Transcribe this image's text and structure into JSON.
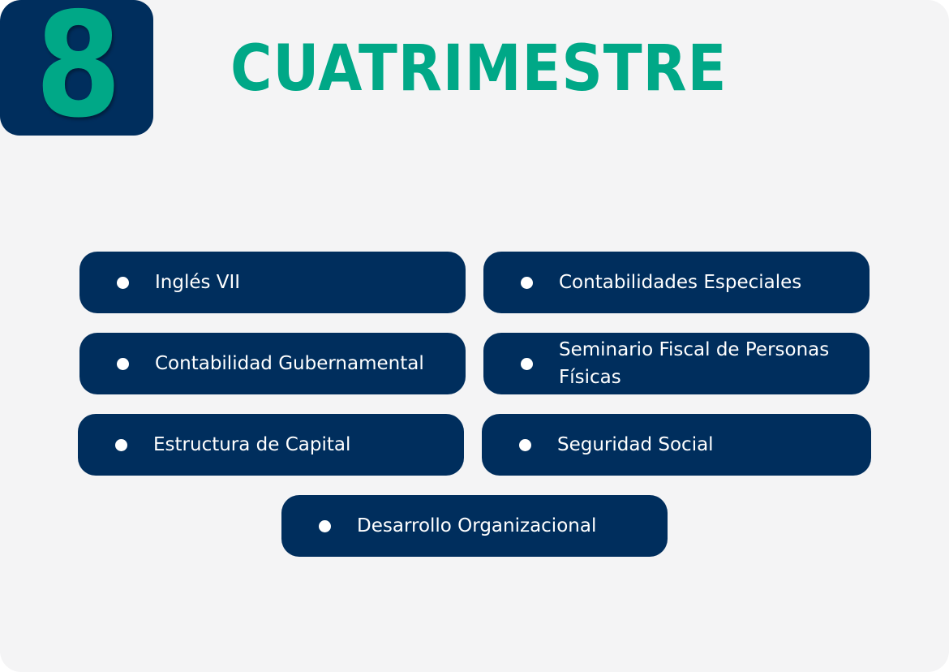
{
  "badge": {
    "number": "8"
  },
  "header": {
    "title": "CUATRIMESTRE"
  },
  "subjects": [
    {
      "label": "Inglés VII"
    },
    {
      "label": "Contabilidades Especiales"
    },
    {
      "label": "Contabilidad Gubernamental"
    },
    {
      "label": "Seminario Fiscal de Personas Físicas"
    },
    {
      "label": "Estructura de Capital"
    },
    {
      "label": "Seguridad Social"
    },
    {
      "label": "Desarrollo Organizacional"
    }
  ],
  "colors": {
    "background": "#f4f4f5",
    "navy": "#002e5d",
    "green": "#00a887",
    "white": "#ffffff"
  }
}
